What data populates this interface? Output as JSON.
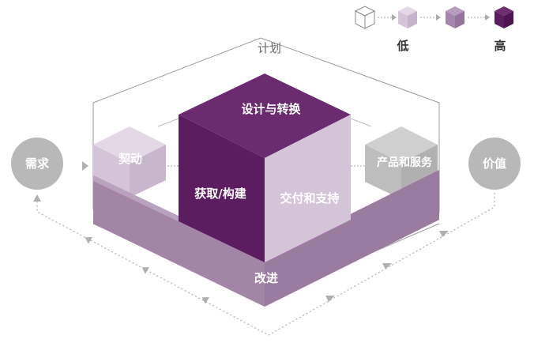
{
  "legend": {
    "low_label": "低",
    "high_label": "高",
    "levels": [
      "#ffffff",
      "#d6c5db",
      "#a585ad",
      "#5b1d5f"
    ]
  },
  "diagram": {
    "plan_label": "计划",
    "demand_label": "需求",
    "value_label": "价值",
    "engage_label": "契动",
    "design_label": "设计与转换",
    "obtain_label": "获取/构建",
    "deliver_label": "交付和支持",
    "products_label": "产品和服务",
    "improve_label": "改进"
  },
  "colors": {
    "dark_purple": "#5b1d5f",
    "mid_purple": "#a68aab",
    "light_purple": "#d3c4d8",
    "gray_circle": "#b8b8b8",
    "gray_cube": "#bdbdbd"
  }
}
